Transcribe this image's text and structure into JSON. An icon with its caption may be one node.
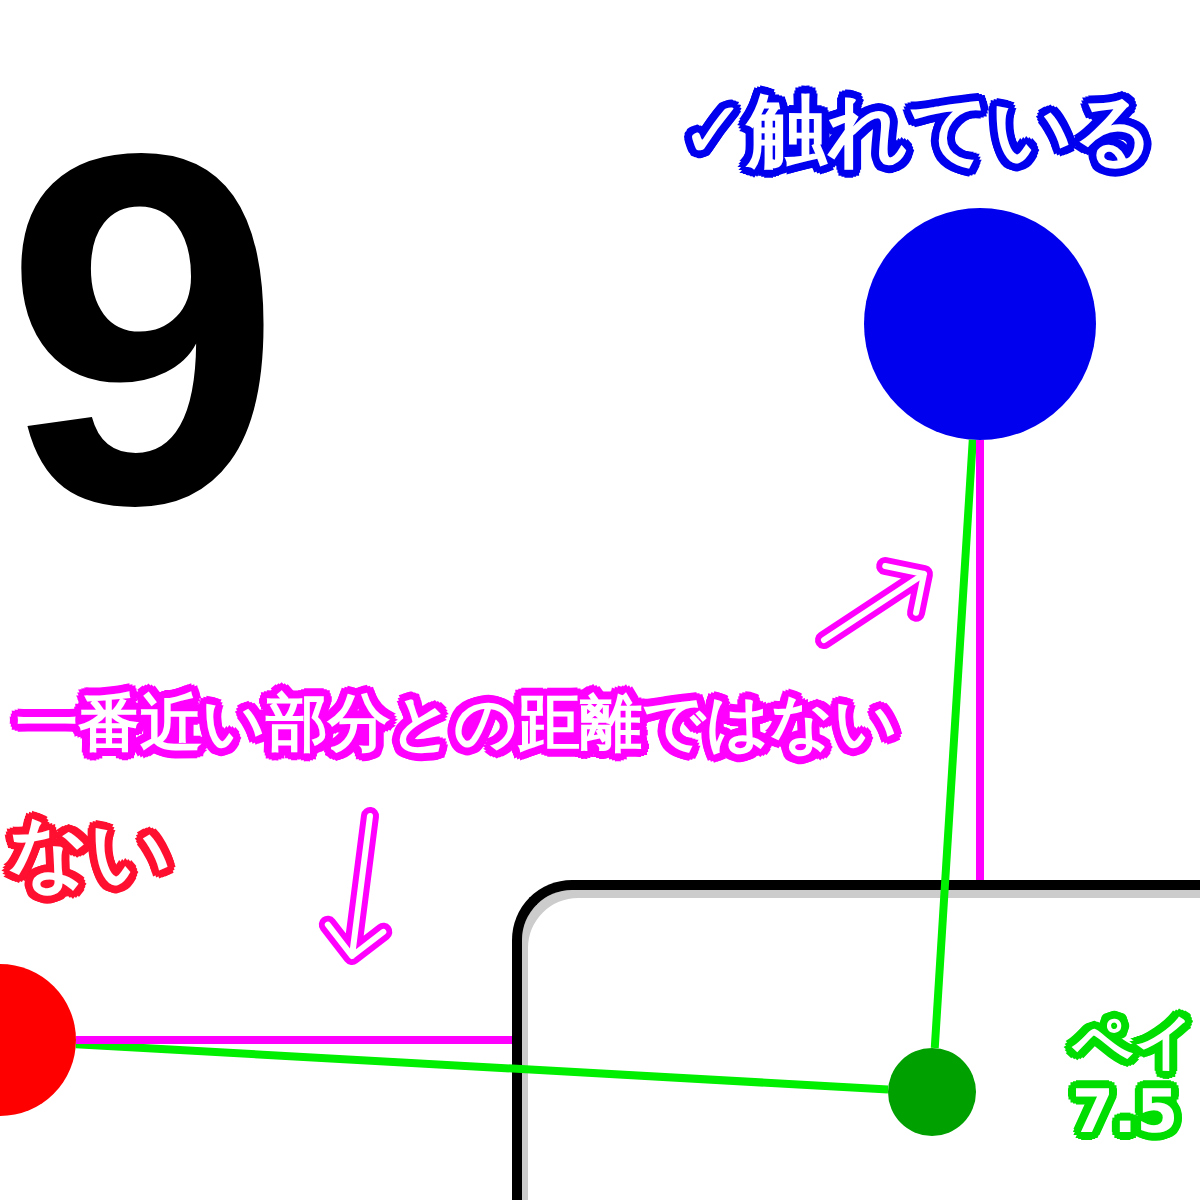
{
  "diagram": {
    "nodes": [
      {
        "text": [],
        "shape": "circle",
        "beside": [
          "✓触れている"
        ]
      },
      {
        "text": [],
        "shape": "circle"
      },
      {
        "text": [],
        "shape": "box"
      },
      {
        "text": [],
        "shape": "circle",
        "in": 2
      }
    ],
    "edges": [
      {
        "from": 0,
        "to": 3,
        "arrow": "none",
        "color": "#00ee00"
      },
      {
        "from": 1,
        "to": 3,
        "arrow": "none",
        "color": "#00ee00"
      },
      {
        "from": 1,
        "to": 2,
        "arrow": "none",
        "color": "#ff00ff"
      },
      {
        "from": 0,
        "to": 2,
        "arrow": "none",
        "color": "#ff00ff"
      }
    ],
    "labels": [
      "9",
      "一番近い部分との距離ではない",
      "ない",
      "ペイ",
      "7.5"
    ]
  }
}
